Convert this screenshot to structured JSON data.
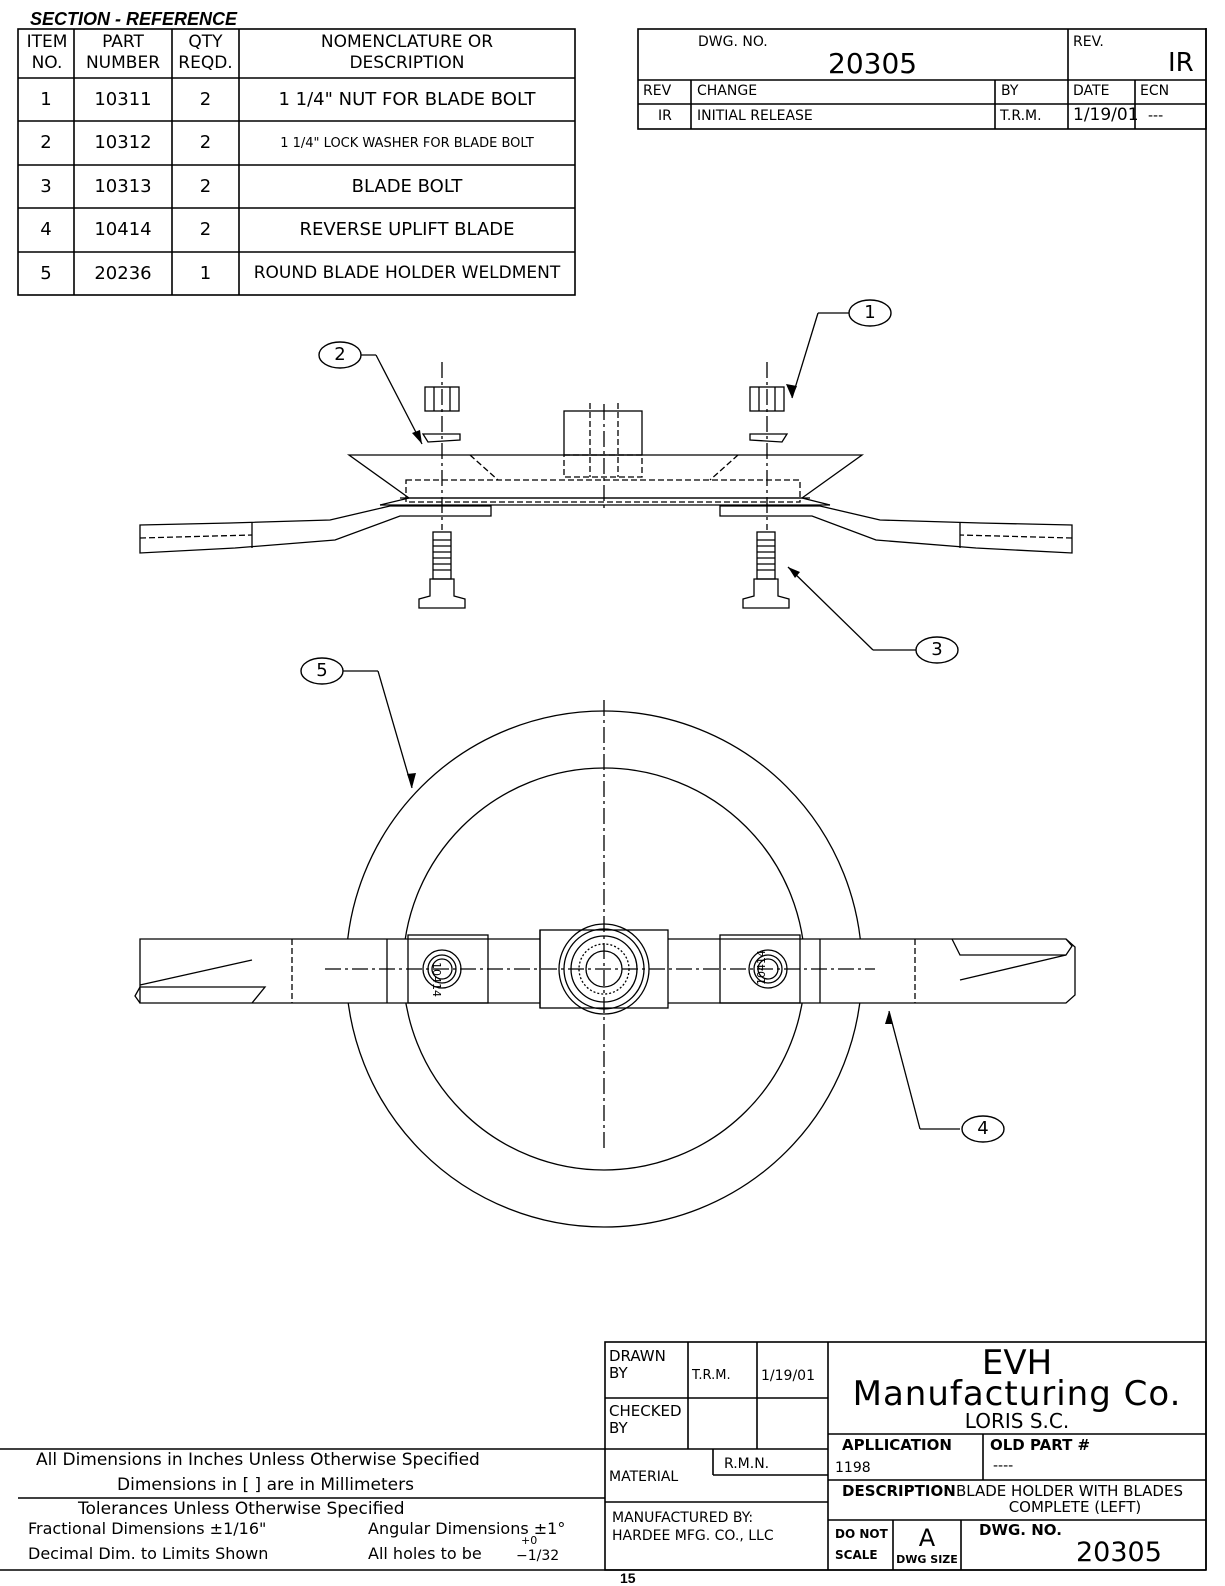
{
  "section_title": "SECTION - REFERENCE",
  "parts_table": {
    "headers": [
      [
        "ITEM",
        "NO."
      ],
      [
        "PART",
        "NUMBER"
      ],
      [
        "QTY",
        "REQD."
      ],
      [
        "NOMENCLATURE OR",
        "DESCRIPTION"
      ]
    ],
    "rows": [
      {
        "item": "1",
        "part": "10311",
        "qty": "2",
        "desc": "1 1/4\" NUT FOR BLADE BOLT"
      },
      {
        "item": "2",
        "part": "10312",
        "qty": "2",
        "desc": "1 1/4\" LOCK WASHER FOR BLADE BOLT"
      },
      {
        "item": "3",
        "part": "10313",
        "qty": "2",
        "desc": "BLADE BOLT"
      },
      {
        "item": "4",
        "part": "10414",
        "qty": "2",
        "desc": "REVERSE UPLIFT BLADE"
      },
      {
        "item": "5",
        "part": "20236",
        "qty": "1",
        "desc": "ROUND BLADE HOLDER WELDMENT"
      }
    ]
  },
  "revision_block": {
    "dwg_no_label": "DWG. NO.",
    "dwg_no": "20305",
    "rev_label": "REV.",
    "rev": "IR",
    "headers": [
      "REV",
      "CHANGE",
      "BY",
      "DATE",
      "ECN"
    ],
    "row": {
      "rev": "IR",
      "change": "INITIAL RELEASE",
      "by": "T.R.M.",
      "date": "1/19/01",
      "ecn": "---"
    }
  },
  "balloons": [
    "1",
    "2",
    "3",
    "4",
    "5"
  ],
  "hub_labels": [
    "10414",
    "10414"
  ],
  "notes": {
    "line1": "All Dimensions in Inches Unless Otherwise Specified",
    "line2": "Dimensions in [ ] are in Millimeters",
    "line3": "Tolerances Unless Otherwise Specified",
    "fractional": "Fractional Dimensions ±1/16\"",
    "angular": "Angular Dimensions ±1°",
    "decimal": "Decimal Dim. to Limits Shown",
    "holes": "All holes to be",
    "holes_tol_upper": "+0",
    "holes_tol_lower": "−1/32"
  },
  "title_block": {
    "drawn_by_label": "DRAWN BY",
    "drawn_by": "T.R.M.",
    "drawn_date": "1/19/01",
    "checked_by_label": "CHECKED BY",
    "material_label": "MATERIAL",
    "material_by": "R.M.N.",
    "manufactured_by_label": "MANUFACTURED BY:",
    "manufacturer": "HARDEE MFG. CO., LLC",
    "company_line1": "EVH",
    "company_line2": "Manufacturing Co.",
    "company_line3": "LORIS S.C.",
    "application_label": "APLLICATION",
    "application": "1198",
    "old_part_label": "OLD PART #",
    "old_part": "----",
    "description_label": "DESCRIPTION",
    "description_line1": "BLADE HOLDER WITH BLADES",
    "description_line2": "COMPLETE (LEFT)",
    "do_not_scale_1": "DO NOT",
    "do_not_scale_2": "SCALE",
    "dwg_size": "A",
    "dwg_size_label": "DWG SIZE",
    "dwg_no_label": "DWG. NO.",
    "dwg_no": "20305"
  },
  "page_number": "15"
}
